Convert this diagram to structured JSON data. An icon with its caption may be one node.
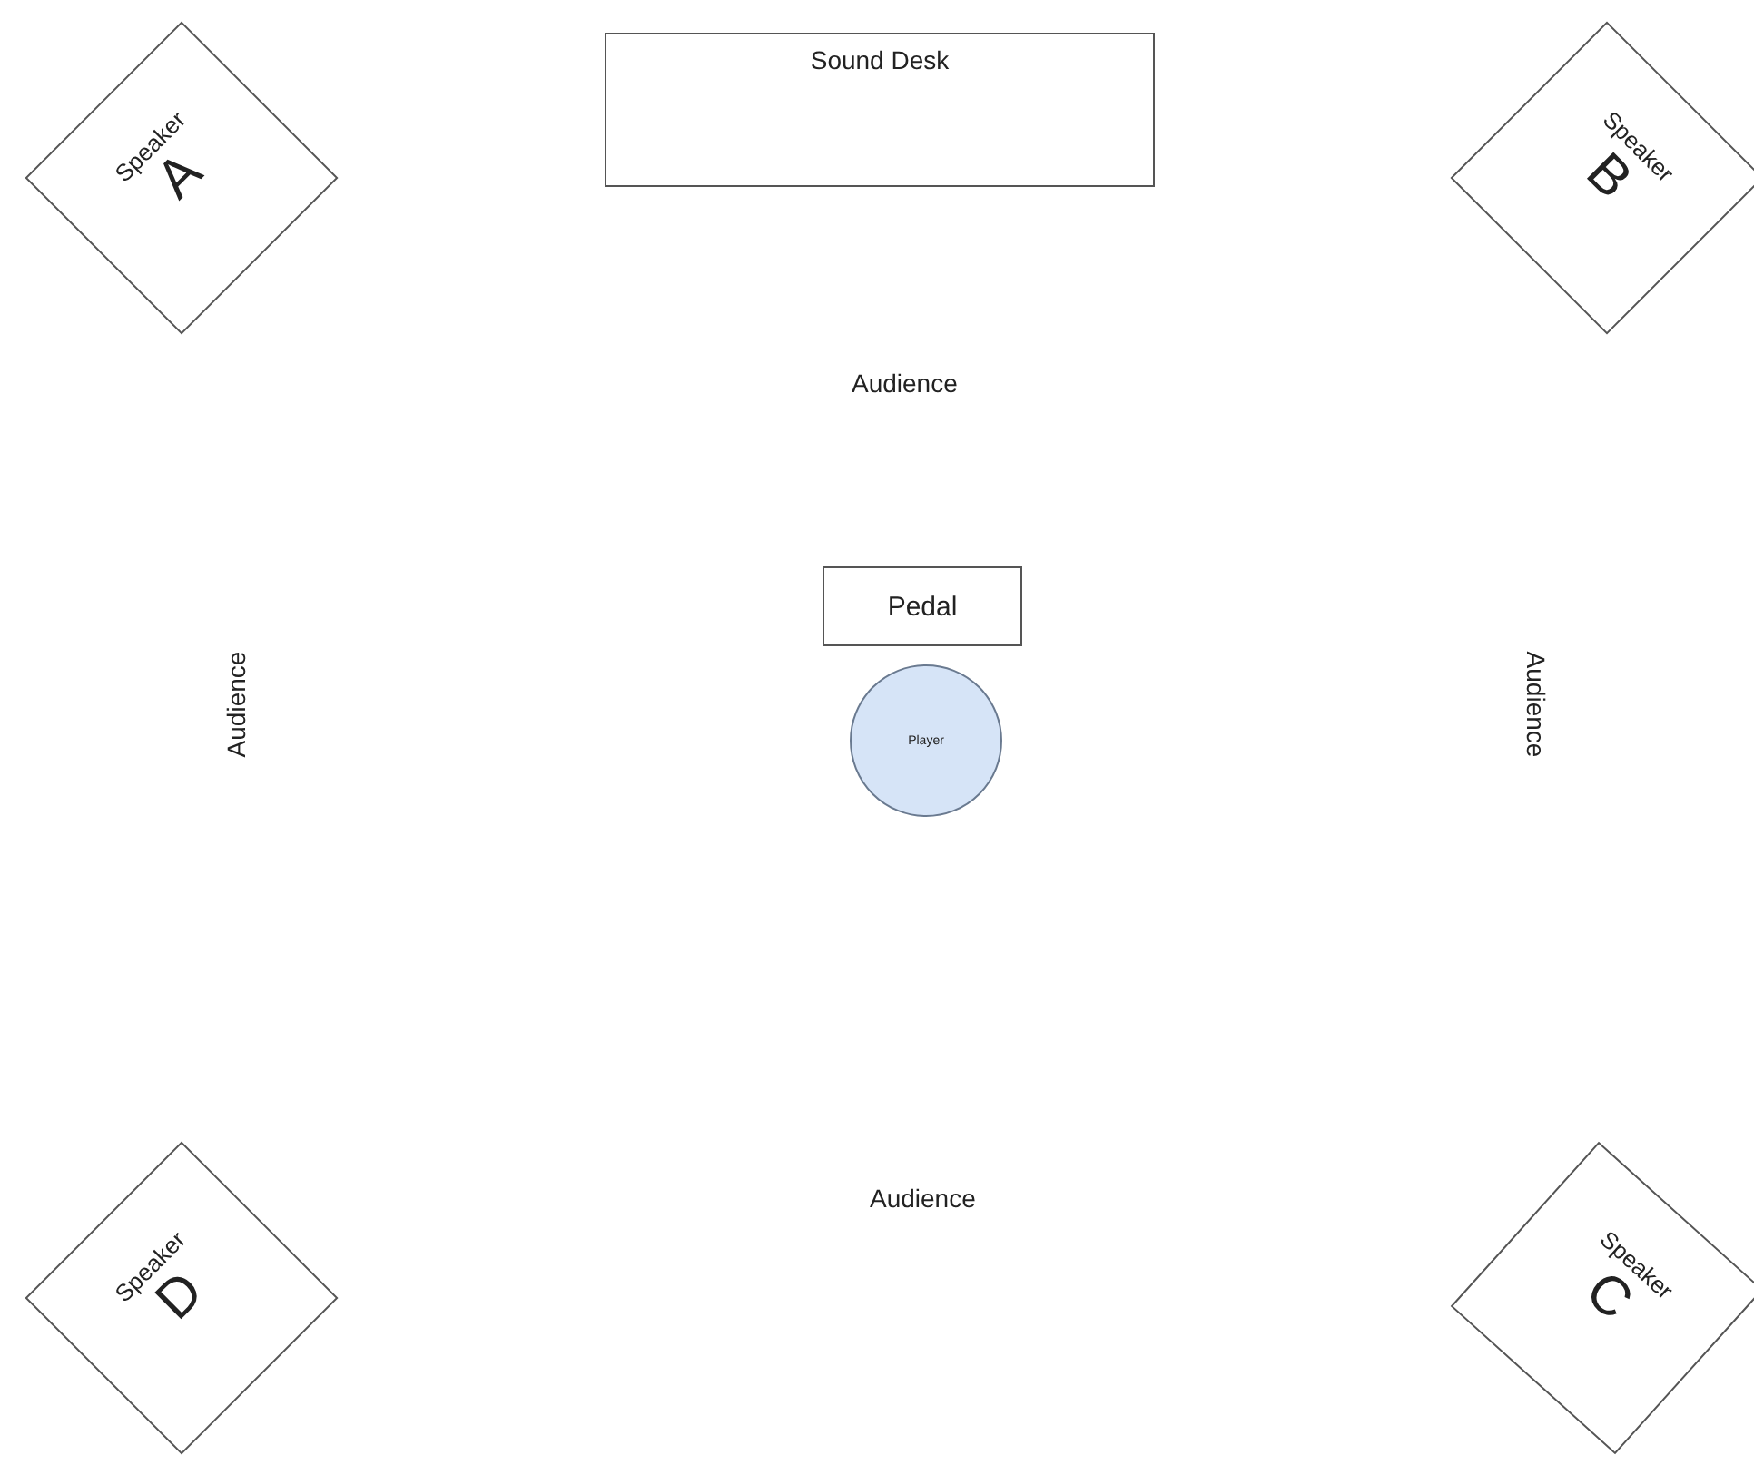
{
  "diagram": {
    "nodes": [
      {
        "text": [
          "Speaker",
          "A"
        ]
      },
      {
        "text": [
          "Sound Desk"
        ]
      },
      {
        "text": [
          "Speaker",
          "B"
        ]
      },
      {
        "text": [
          "Pedal"
        ]
      },
      {
        "text": [
          "Player"
        ]
      },
      {
        "text": [
          "Speaker",
          "D"
        ]
      },
      {
        "text": [
          "Speaker",
          "C"
        ]
      }
    ],
    "labels": [
      "Audience",
      "Audience",
      "Audience",
      "Audience"
    ]
  }
}
